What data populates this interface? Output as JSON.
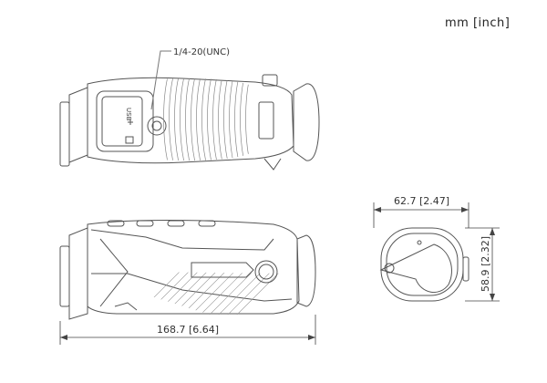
{
  "header": {
    "units": "mm [inch]"
  },
  "annotations": {
    "thread": "1/4-20(UNC)",
    "usb_label": "USB"
  },
  "dimensions": {
    "length": "168.7 [6.64]",
    "width": "62.7 [2.47]",
    "height": "58.9 [2.32]"
  }
}
